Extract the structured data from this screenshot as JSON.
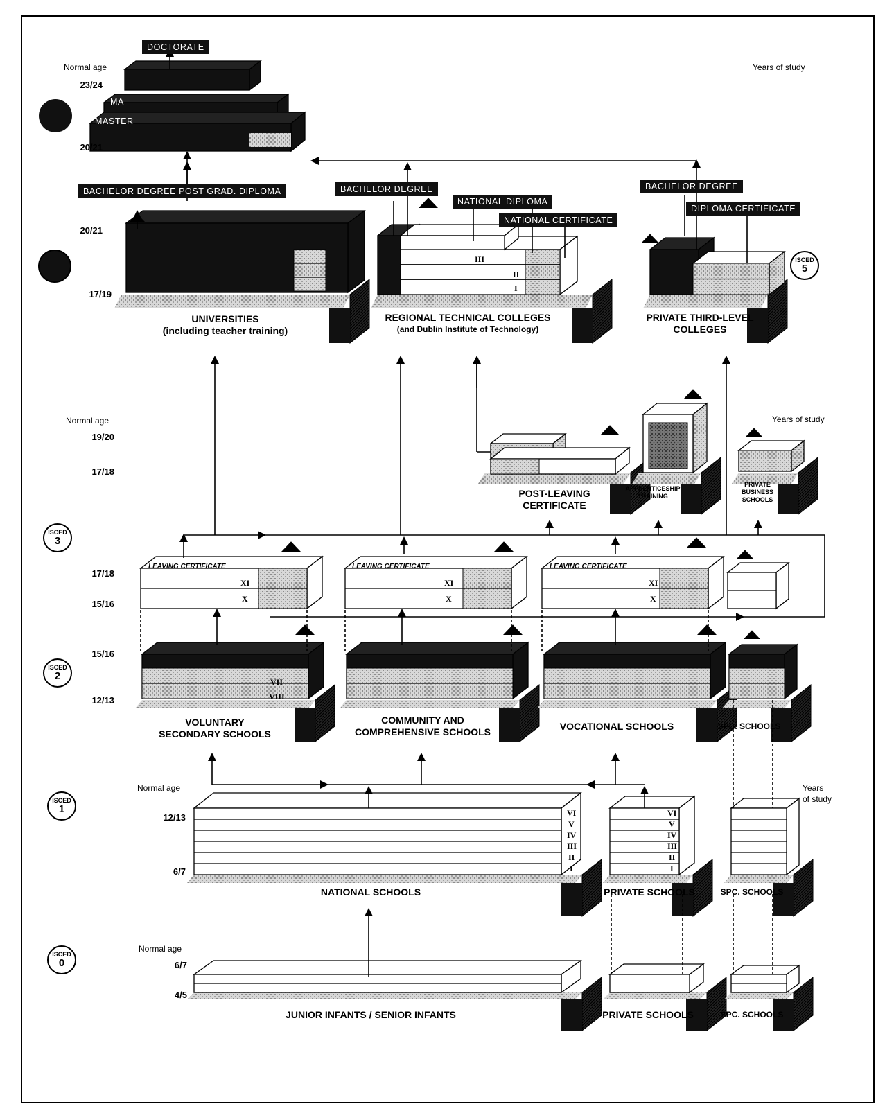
{
  "headings": {
    "normal_age": "Normal age",
    "years_of_study": "Years of study",
    "years": "Years",
    "of_study": "of study"
  },
  "ages": {
    "higher": [
      "23/24",
      "20/21",
      "20/21",
      "17/19"
    ],
    "post_secondary": [
      "19/20",
      "17/18"
    ],
    "secondary": [
      "17/18",
      "15/16",
      "15/16",
      "12/13"
    ],
    "primary": [
      "12/13",
      "6/7"
    ],
    "preschool": [
      "6/7",
      "4/5"
    ]
  },
  "qualifications": {
    "doctorate": "DOCTORATE",
    "master_1": "MA",
    "master_2": "MASTER",
    "univ_bachelor": "BACHELOR DEGREE POST GRAD. DIPLOMA",
    "rtc_bachelor": "BACHELOR DEGREE",
    "national_diploma": "NATIONAL DIPLOMA",
    "national_certificate": "NATIONAL CERTIFICATE",
    "private_bachelor": "BACHELOR DEGREE",
    "diploma_certificate": "DIPLOMA CERTIFICATE"
  },
  "institutions": {
    "universities": [
      "UNIVERSITIES",
      "(including teacher training)"
    ],
    "rtc": [
      "REGIONAL TECHNICAL COLLEGES",
      "(and Dublin Institute of Technology)"
    ],
    "private_third": [
      "PRIVATE THIRD-LEVEL",
      "COLLEGES"
    ],
    "post_leaving": [
      "POST-LEAVING",
      "CERTIFICATE"
    ],
    "apprenticeship": [
      "APPRENTICESHIP",
      "TRAINING"
    ],
    "private_business": [
      "PRIVATE",
      "BUSINESS",
      "SCHOOLS"
    ],
    "voluntary": [
      "VOLUNTARY",
      "SECONDARY SCHOOLS"
    ],
    "community": [
      "COMMUNITY AND",
      "COMPREHENSIVE SCHOOLS"
    ],
    "vocational": "VOCATIONAL SCHOOLS",
    "spc_secondary": "SPC. SCHOOLS",
    "national_schools": "NATIONAL SCHOOLS",
    "private_schools": "PRIVATE SCHOOLS",
    "spc_primary": "SPC. SCHOOLS",
    "infants": "JUNIOR INFANTS / SENIOR INFANTS",
    "private_infants": "PRIVATE SCHOOLS",
    "spc_infants": "SPC. SCHOOLS"
  },
  "leaving_certificate": "LEAVING CERTIFICATE",
  "romans": {
    "rtc": [
      "III",
      "II",
      "I"
    ],
    "senior": [
      "XI",
      "X"
    ],
    "junior": [
      "VIII",
      "VII"
    ],
    "primary": [
      "VI",
      "V",
      "IV",
      "III",
      "II",
      "I"
    ]
  },
  "isced": {
    "word": "ISCED",
    "levels": [
      "5",
      "3",
      "2",
      "1",
      "0"
    ]
  }
}
